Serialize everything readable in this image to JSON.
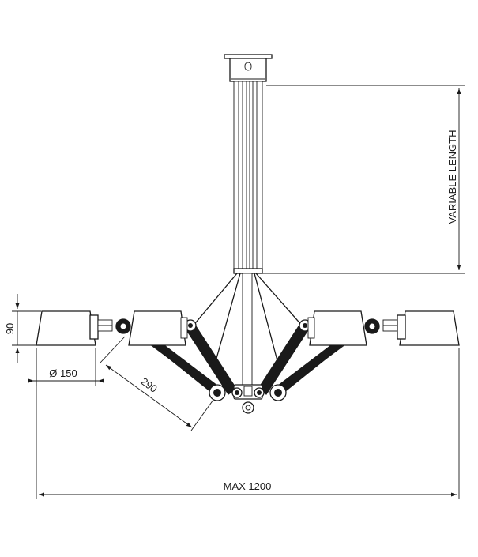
{
  "dimensions": {
    "variable_length": "VARIABLE LENGTH",
    "shade_height": "90",
    "shade_diameter": "Ø 150",
    "arm_length": "290",
    "max_width": "MAX 1200"
  },
  "colors": {
    "line": "#1a1a1a",
    "background": "#ffffff"
  }
}
